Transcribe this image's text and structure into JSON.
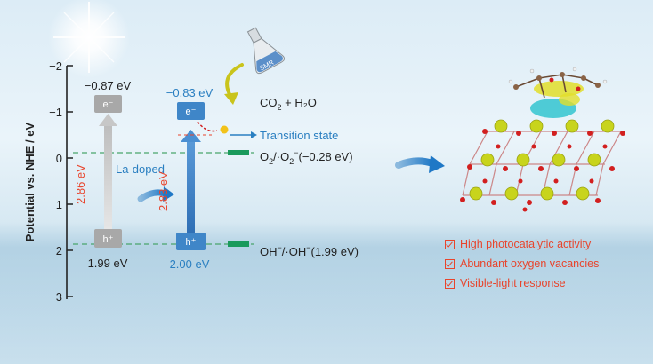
{
  "axis": {
    "label": "Potential vs. NHE / eV",
    "ticks": [
      "−2",
      "−1",
      "0",
      "1",
      "2",
      "3"
    ]
  },
  "left_material": {
    "cb_value": "−0.87 eV",
    "vb_value": "1.99 eV",
    "gap": "2.86 eV",
    "electron_label": "e⁻",
    "hole_label": "h⁺"
  },
  "doping_label": "La-doped",
  "right_material": {
    "cb_value": "−0.83 eV",
    "vb_value": "2.00 eV",
    "gap": "2.83 eV",
    "electron_label": "e⁻",
    "hole_label": "h⁺"
  },
  "reference_levels": {
    "o2": {
      "pre": "O",
      "sub": "2",
      "mid": "/·O",
      "sub2": "2",
      "sup": "−",
      "post": "(−0.28 eV)"
    },
    "oh": {
      "pre": "OH",
      "sup": "−",
      "mid": "/·OH",
      "sup2": "−",
      "post": "(1.99 eV)"
    }
  },
  "transition_state": "Transition state",
  "products": {
    "pre": "CO",
    "sub": "2",
    "post": " + H₂O"
  },
  "flask_label": "SMR",
  "features": [
    "High photocatalytic activity",
    "Abundant oxygen vacancies",
    "Visible-light response"
  ],
  "colors": {
    "red_text": "#e8442c",
    "blue_text": "#2a7fc1",
    "green_level": "#1a9a5c",
    "grey_box": "#a8a8a8",
    "blue_box": "#3f86c8",
    "atom_yellow": "#c8d41c",
    "atom_red": "#d21f1f"
  }
}
